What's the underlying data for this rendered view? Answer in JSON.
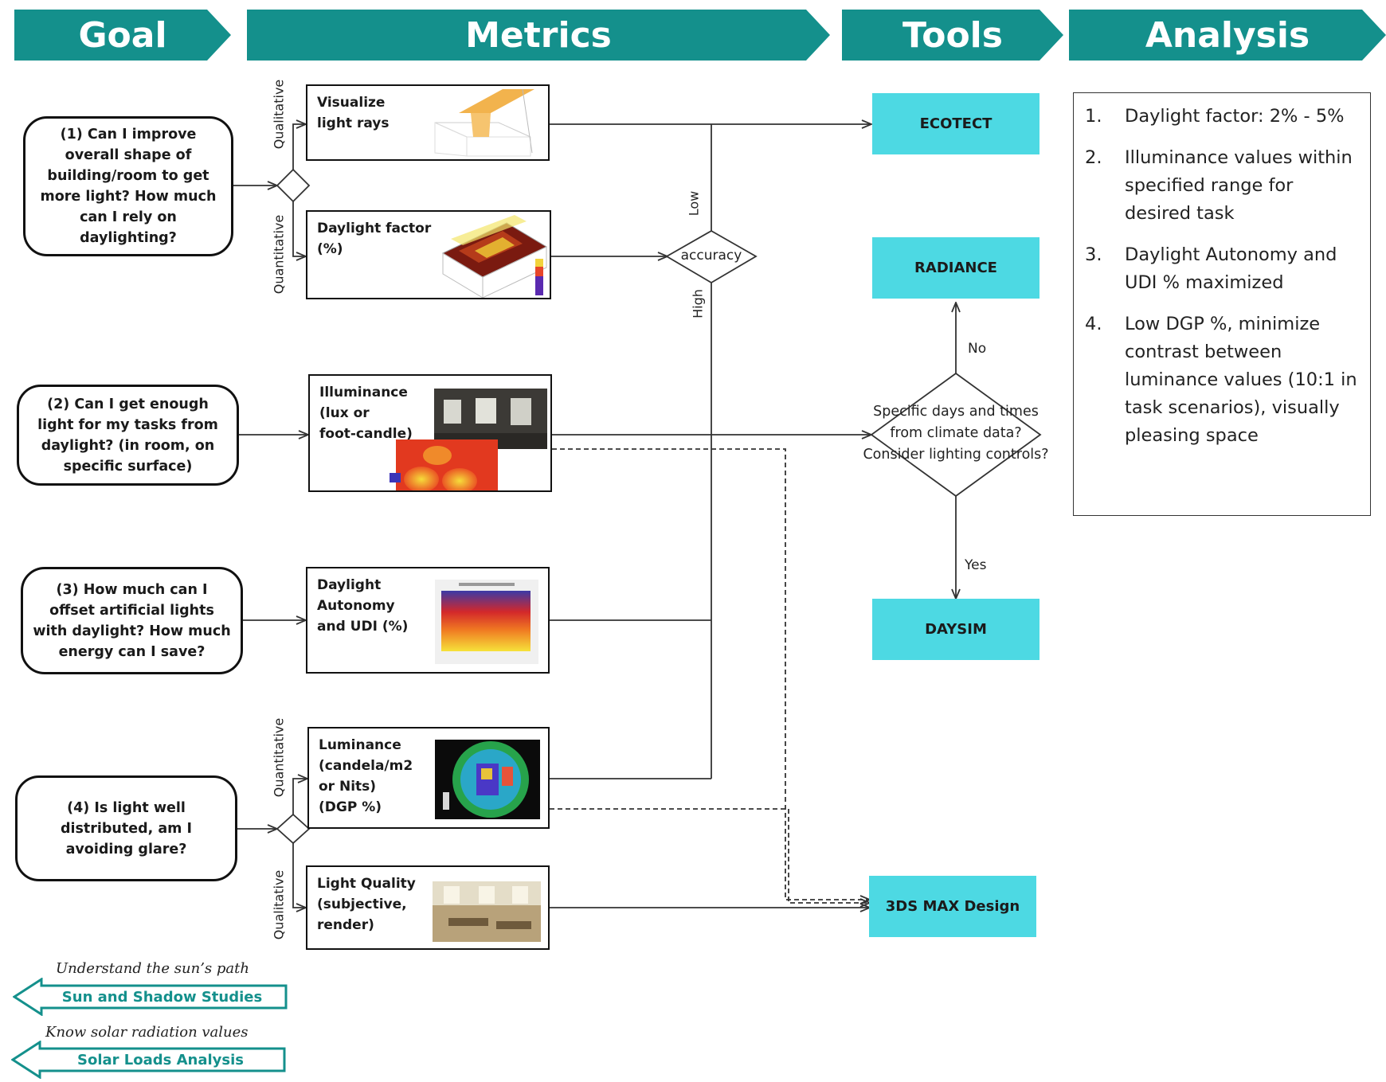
{
  "header": {
    "goal": "Goal",
    "metrics": "Metrics",
    "tools": "Tools",
    "analysis": "Analysis"
  },
  "goals": [
    "(1) Can I improve overall shape of building/room to get more light? How much can I rely on daylighting?",
    "(2) Can I get enough light for my tasks from daylight? (in room, on specific surface)",
    "(3) How much can I offset artificial lights with daylight? How much energy can I save?",
    "(4) Is light well distributed, am I avoiding glare?"
  ],
  "metrics": [
    "Visualize\nlight rays",
    "Daylight factor\n(%)",
    "Illuminance\n(lux or\nfoot-candle)",
    "Daylight\nAutonomy\nand UDI (%)",
    "Luminance\n(candela/m2\nor Nits)\n(DGP %)",
    "Light Quality\n(subjective,\nrender)"
  ],
  "branch_labels": {
    "qualitative": "Qualitative",
    "quantitative": "Quantitative",
    "low": "Low",
    "high": "High",
    "no": "No",
    "yes": "Yes"
  },
  "decisions": {
    "accuracy": "accuracy",
    "climate": "Specific days and times from climate data? Consider lighting controls?"
  },
  "tools": {
    "ecotect": "ECOTECT",
    "radiance": "RADIANCE",
    "daysim": "DAYSIM",
    "max": "3DS MAX Design"
  },
  "analysis": [
    {
      "n": "1.",
      "text": "Daylight factor: 2% - 5%"
    },
    {
      "n": "2.",
      "text": "Illuminance values within specified range for desired task"
    },
    {
      "n": "3.",
      "text": "Daylight Autonomy and UDI % maximized"
    },
    {
      "n": "4.",
      "text": "Low DGP %, minimize contrast between luminance values (10:1 in task scenarios), visually pleasing space"
    }
  ],
  "side_studies": [
    {
      "caption": "Understand the sun’s path",
      "label": "Sun and Shadow Studies"
    },
    {
      "caption": "Know solar radiation values",
      "label": "Solar Loads Analysis"
    }
  ],
  "colors": {
    "header": "#14908c",
    "tool": "#4dd9e3",
    "line": "#333333"
  }
}
